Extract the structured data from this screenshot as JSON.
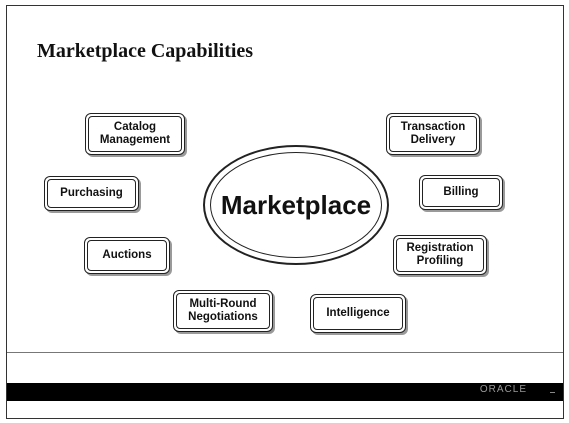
{
  "slide": {
    "title": "Marketplace Capabilities",
    "center": "Marketplace",
    "capabilities": [
      {
        "key": "catalog",
        "line1": "Catalog",
        "line2": "Management"
      },
      {
        "key": "transaction",
        "line1": "Transaction",
        "line2": "Delivery"
      },
      {
        "key": "purchasing",
        "line1": "Purchasing",
        "line2": ""
      },
      {
        "key": "billing",
        "line1": "Billing",
        "line2": ""
      },
      {
        "key": "auctions",
        "line1": "Auctions",
        "line2": ""
      },
      {
        "key": "registration",
        "line1": "Registration",
        "line2": "Profiling"
      },
      {
        "key": "negotiations",
        "line1": "Multi-Round",
        "line2": "Negotiations"
      },
      {
        "key": "intelligence",
        "line1": "Intelligence",
        "line2": ""
      }
    ],
    "footer_brand": "ORACLE"
  }
}
